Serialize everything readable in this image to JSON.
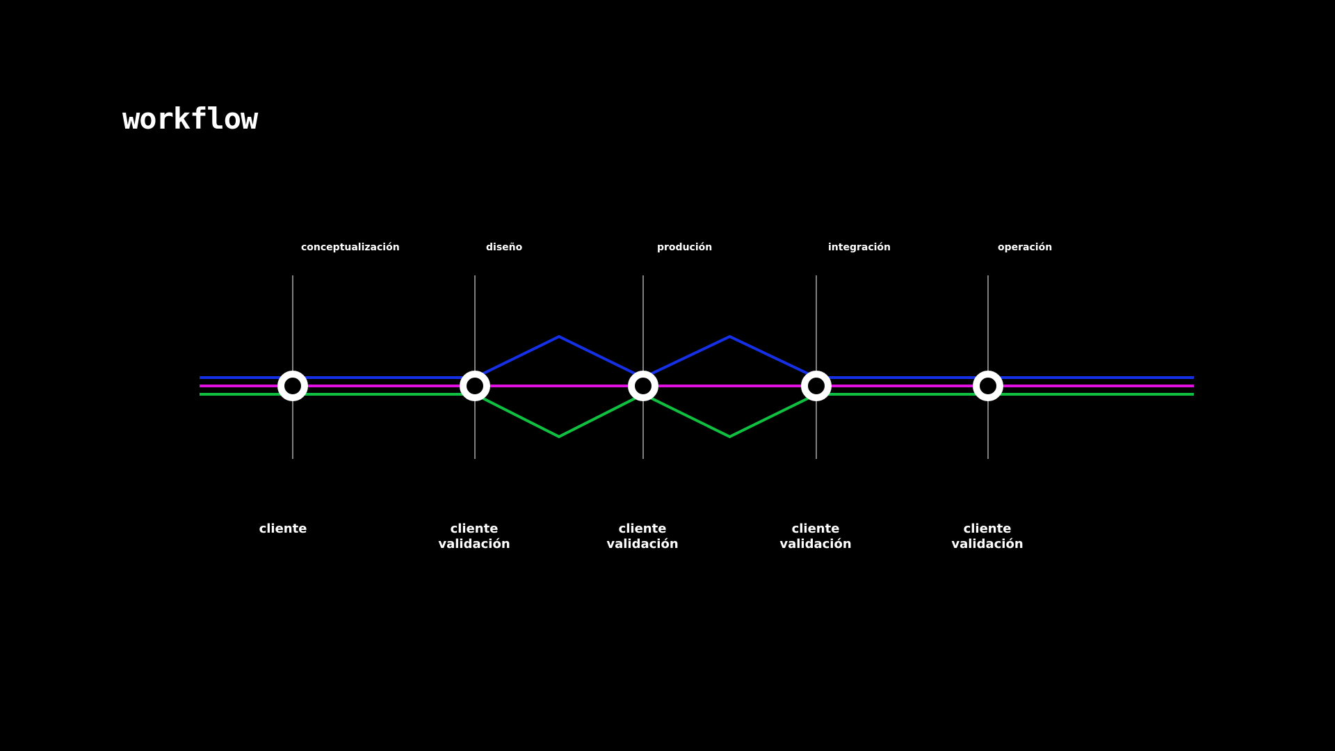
{
  "title": "workflow",
  "colors": {
    "background": "#000000",
    "line_top": "#1530e6",
    "line_middle": "#e010e0",
    "line_bottom": "#10c040",
    "node": "#ffffff",
    "text": "#ffffff"
  },
  "stages": [
    {
      "label": "conceptualización",
      "bottom": [
        "cliente"
      ]
    },
    {
      "label": "diseño",
      "bottom": [
        "cliente",
        "validación"
      ]
    },
    {
      "label": "produción",
      "bottom": [
        "cliente",
        "validación"
      ]
    },
    {
      "label": "integración",
      "bottom": [
        "cliente",
        "validación"
      ]
    },
    {
      "label": "operación",
      "bottom": [
        "cliente",
        "validación"
      ]
    }
  ]
}
